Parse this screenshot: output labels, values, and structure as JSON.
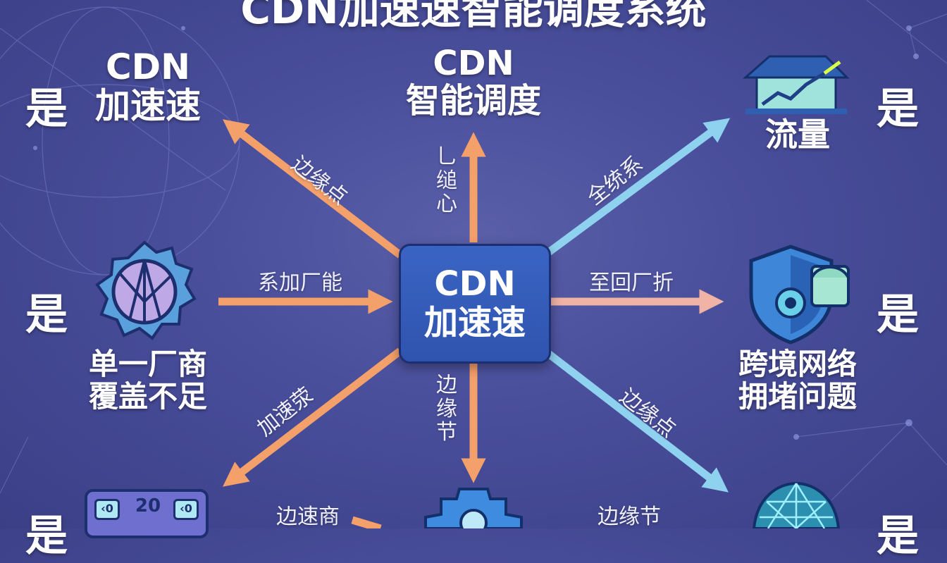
{
  "title": "CDN加速速智能调度系统",
  "center": {
    "line1": "CDN",
    "line2": "加速速"
  },
  "nodes": {
    "top_left": {
      "line1": "CDN",
      "line2": "加速速"
    },
    "top_center": {
      "line1": "CDN",
      "line2": "智能调度"
    },
    "top_right": {
      "line1": "流量"
    },
    "mid_left": {
      "line1": "单一厂商",
      "line2": "覆盖不足"
    },
    "mid_right": {
      "line1": "跨境网络",
      "line2": "拥堵问题"
    },
    "bottom_left_badge": "20"
  },
  "side_labels": {
    "left_top": "是",
    "left_mid": "是",
    "left_bottom": "是",
    "right_top": "是",
    "right_mid": "是",
    "right_bottom": "是"
  },
  "edge_labels": {
    "up_left": "边缘点",
    "up_vertical": [
      "乚",
      "缒",
      "心"
    ],
    "up_right": "全统系",
    "left": "系加厂能",
    "right": "至回厂折",
    "down_left": "加速荥",
    "down_vertical": [
      "边",
      "缘",
      "节"
    ],
    "down_right": "边缘点",
    "bottom_left": "边速商",
    "bottom_right": "边缘节"
  },
  "colors": {
    "background": "#4a4f9c",
    "orange_arrow": "#f4a06a",
    "blue_arrow": "#8fd2ef",
    "pink_arrow": "#f0b3a5",
    "center_box": "#3a64c4"
  },
  "icons": {
    "top_right": "house-chart-icon",
    "mid_left": "gear-aperture-icon",
    "mid_right": "shield-gear-icon",
    "bottom_left": "speed-panel-icon",
    "bottom_center": "gear-icon",
    "bottom_right": "geodesic-dome-icon"
  }
}
